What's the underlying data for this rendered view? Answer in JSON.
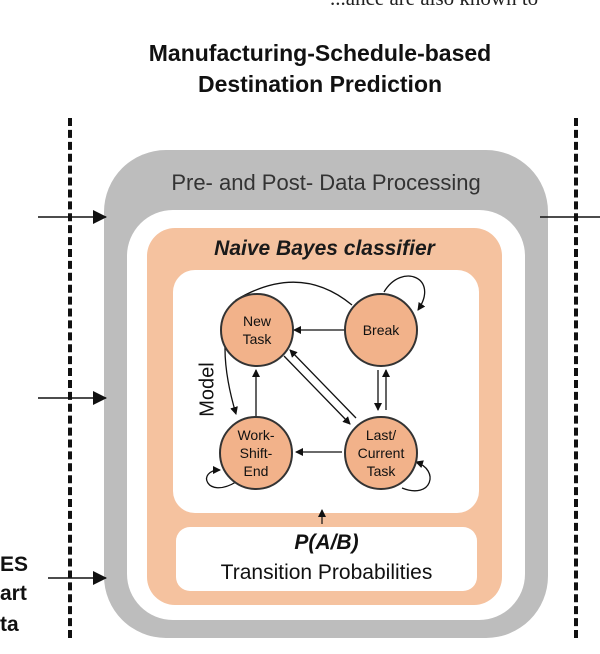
{
  "cut_text": {
    "top": "...ance are also known to"
  },
  "title": {
    "line1": "Manufacturing-Schedule-based",
    "line2": "Destination Prediction"
  },
  "outer": {
    "label": "Pre- and Post- Data Processing"
  },
  "classifier": {
    "label": "Naive Bayes classifier"
  },
  "model": {
    "label": "Model",
    "nodes": {
      "new_task": "New\nTask",
      "break": "Break",
      "work_shift_end": "Work-\nShift-\nEnd",
      "last_current_task": "Last/\nCurrent\nTask"
    }
  },
  "probabilities": {
    "formula": "P(A/B)",
    "label": "Transition Probabilities"
  },
  "left_cut": {
    "line1": "ES",
    "line2": "art",
    "line3": "ta"
  }
}
